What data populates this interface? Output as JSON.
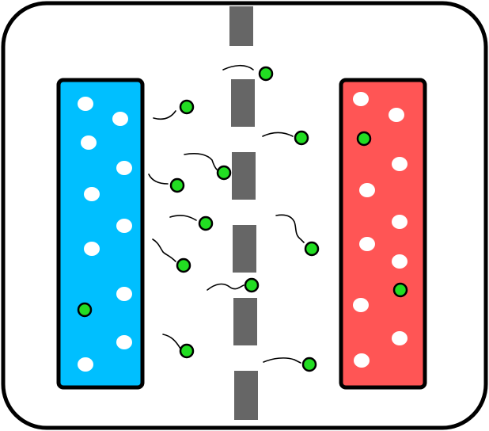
{
  "colors": {
    "frame_stroke": "#000000",
    "frame_fill": "#ffffff",
    "left_electrode": "#00bfff",
    "right_electrode": "#ff5555",
    "membrane": "#666666",
    "ion_fill": "#22dd22",
    "ion_stroke": "#000000",
    "electrode_dot": "#ffffff",
    "trail": "#000000"
  },
  "diagram": {
    "left_electrode": {
      "name": "left-electrode",
      "color_ref": "left_electrode"
    },
    "right_electrode": {
      "name": "right-electrode",
      "color_ref": "right_electrode"
    },
    "membrane": {
      "name": "dashed-membrane"
    }
  }
}
